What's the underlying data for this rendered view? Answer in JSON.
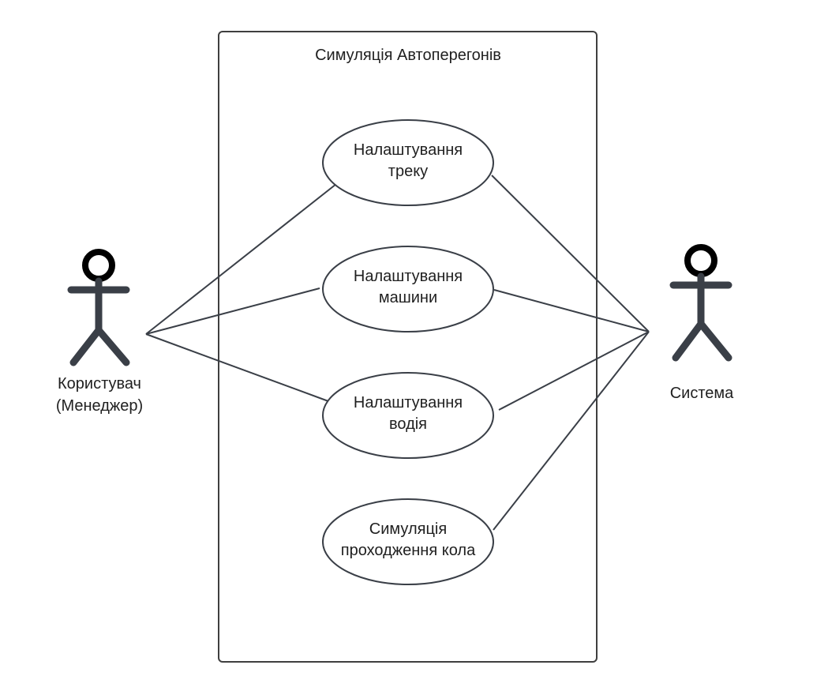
{
  "system_boundary": {
    "title": "Симуляція Автоперегонів"
  },
  "actors": {
    "user": {
      "line1": "Користувач",
      "line2": "(Менеджер)"
    },
    "system": {
      "line1": "Система"
    }
  },
  "use_cases": [
    {
      "line1": "Налаштування",
      "line2": "треку"
    },
    {
      "line1": "Налаштування",
      "line2": "машини"
    },
    {
      "line1": "Налаштування",
      "line2": "водія"
    },
    {
      "line1": "Симуляція",
      "line2": "проходження кола"
    }
  ],
  "colors": {
    "stroke": "#3a3f47",
    "actor": "#3a3f47",
    "text": "#1f1f1f",
    "border": "#3f3f3f"
  }
}
